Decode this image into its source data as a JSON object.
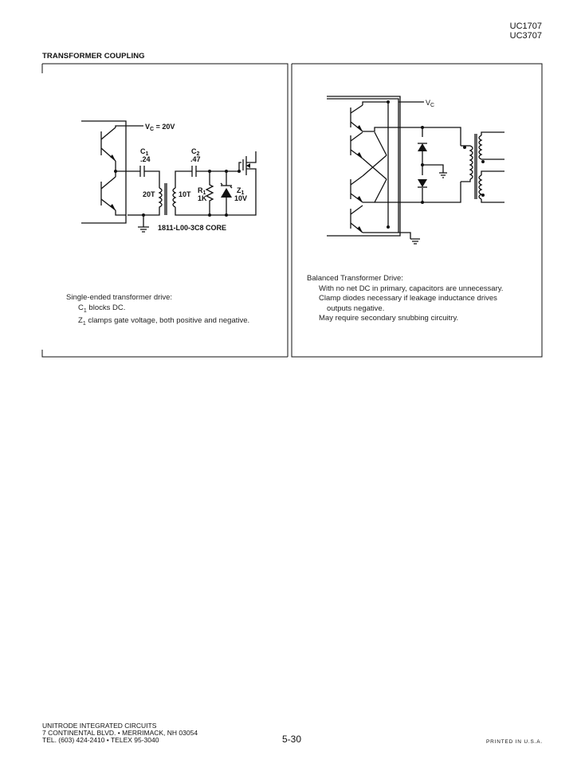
{
  "header": {
    "part_numbers": [
      "UC1707",
      "UC3707"
    ]
  },
  "section_title": "TRANSFORMER COUPLING",
  "left_panel": {
    "vc_label": "V",
    "vc_sub": "C",
    "vc_value": " = 20V",
    "c1_name": "C",
    "c1_sub": "1",
    "c1_value": ".24",
    "c2_name": "C",
    "c2_sub": "2",
    "c2_value": ".47",
    "primary_turns": "20T",
    "secondary_turns": "10T",
    "r1_name": "R",
    "r1_sub": "1",
    "r1_value": "1K",
    "z1_name": "Z",
    "z1_sub": "1",
    "z1_value": "10V",
    "core_label": "1811-L00-3C8 CORE",
    "caption_title": "Single-ended transformer drive:",
    "caption_line1_sym": "C",
    "caption_line1_sub": "1",
    "caption_line1_text": " blocks DC.",
    "caption_line2_sym": "Z",
    "caption_line2_sub": "1",
    "caption_line2_text": " clamps gate voltage, both positive and negative."
  },
  "right_panel": {
    "vc_label": "V",
    "vc_sub": "C",
    "caption_title": "Balanced Transformer Drive:",
    "caption_line1": "With no net DC in primary, capacitors are unnecessary.",
    "caption_line2": "Clamp diodes necessary if leakage inductance drives",
    "caption_line3": "outputs negative.",
    "caption_line4": "May require secondary snubbing circuitry."
  },
  "footer": {
    "company": "UNITRODE INTEGRATED CIRCUITS",
    "address": "7 CONTINENTAL BLVD. • MERRIMACK, NH 03054",
    "contact": "TEL. (603) 424-2410 • TELEX 95-3040",
    "page_number": "5-30",
    "printed": "PRINTED IN U.S.A."
  }
}
